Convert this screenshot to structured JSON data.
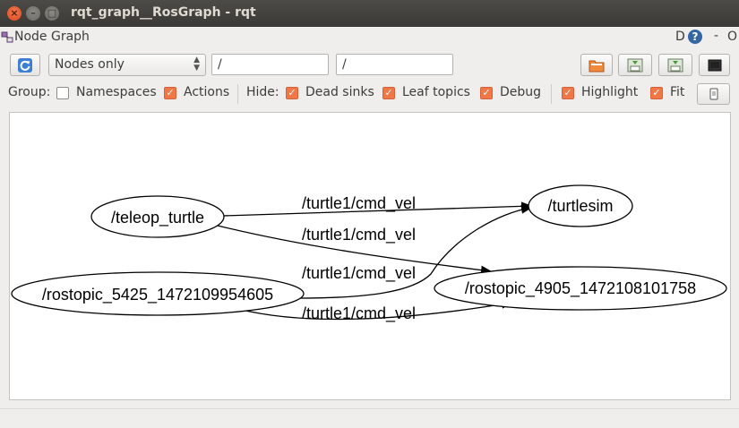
{
  "window": {
    "title": "rqt_graph__RosGraph - rqt"
  },
  "plugin": {
    "title": "Node Graph",
    "header_D": "D",
    "header_help": "?",
    "header_dash": "-",
    "header_o": "O"
  },
  "toolbar": {
    "mode_selected": "Nodes only",
    "ns_filter_value": "/",
    "topic_filter_value": "/"
  },
  "options": {
    "group_label": "Group:",
    "namespaces": {
      "label": "Namespaces",
      "checked": false
    },
    "actions": {
      "label": "Actions",
      "checked": true
    },
    "hide_label": "Hide:",
    "dead_sinks": {
      "label": "Dead sinks",
      "checked": true
    },
    "leaf_topics": {
      "label": "Leaf topics",
      "checked": true
    },
    "debug": {
      "label": "Debug",
      "checked": true
    },
    "highlight": {
      "label": "Highlight",
      "checked": true
    },
    "fit": {
      "label": "Fit",
      "checked": true
    }
  },
  "graph": {
    "nodes": {
      "teleop_turtle": "/teleop_turtle",
      "turtlesim": "/turtlesim",
      "rostopic_5425": "/rostopic_5425_1472109954605",
      "rostopic_4905": "/rostopic_4905_1472108101758"
    },
    "edges": {
      "e1": "/turtle1/cmd_vel",
      "e2": "/turtle1/cmd_vel",
      "e3": "/turtle1/cmd_vel",
      "e4": "/turtle1/cmd_vel"
    }
  },
  "colors": {
    "titlebar": "#3c3b37",
    "checkbox_on": "#f07746",
    "close_button": "#e95420"
  },
  "icons": [
    "refresh-icon",
    "open-folder-icon",
    "save-icon",
    "screenshot-icon",
    "fit-icon",
    "plugin-icon",
    "help-icon"
  ]
}
